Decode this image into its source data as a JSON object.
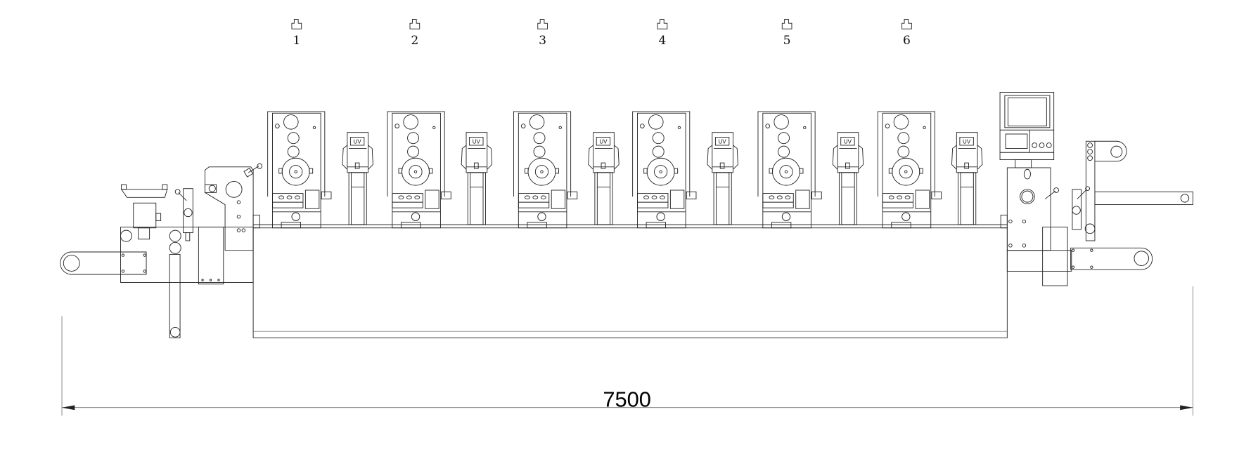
{
  "drawing": {
    "stations": [
      {
        "number": "1",
        "uv_label": "UV"
      },
      {
        "number": "2",
        "uv_label": "UV"
      },
      {
        "number": "3",
        "uv_label": "UV"
      },
      {
        "number": "4",
        "uv_label": "UV"
      },
      {
        "number": "5",
        "uv_label": "UV"
      },
      {
        "number": "6",
        "uv_label": "UV"
      }
    ],
    "overall_length": "7500",
    "line_color": "#222222"
  }
}
